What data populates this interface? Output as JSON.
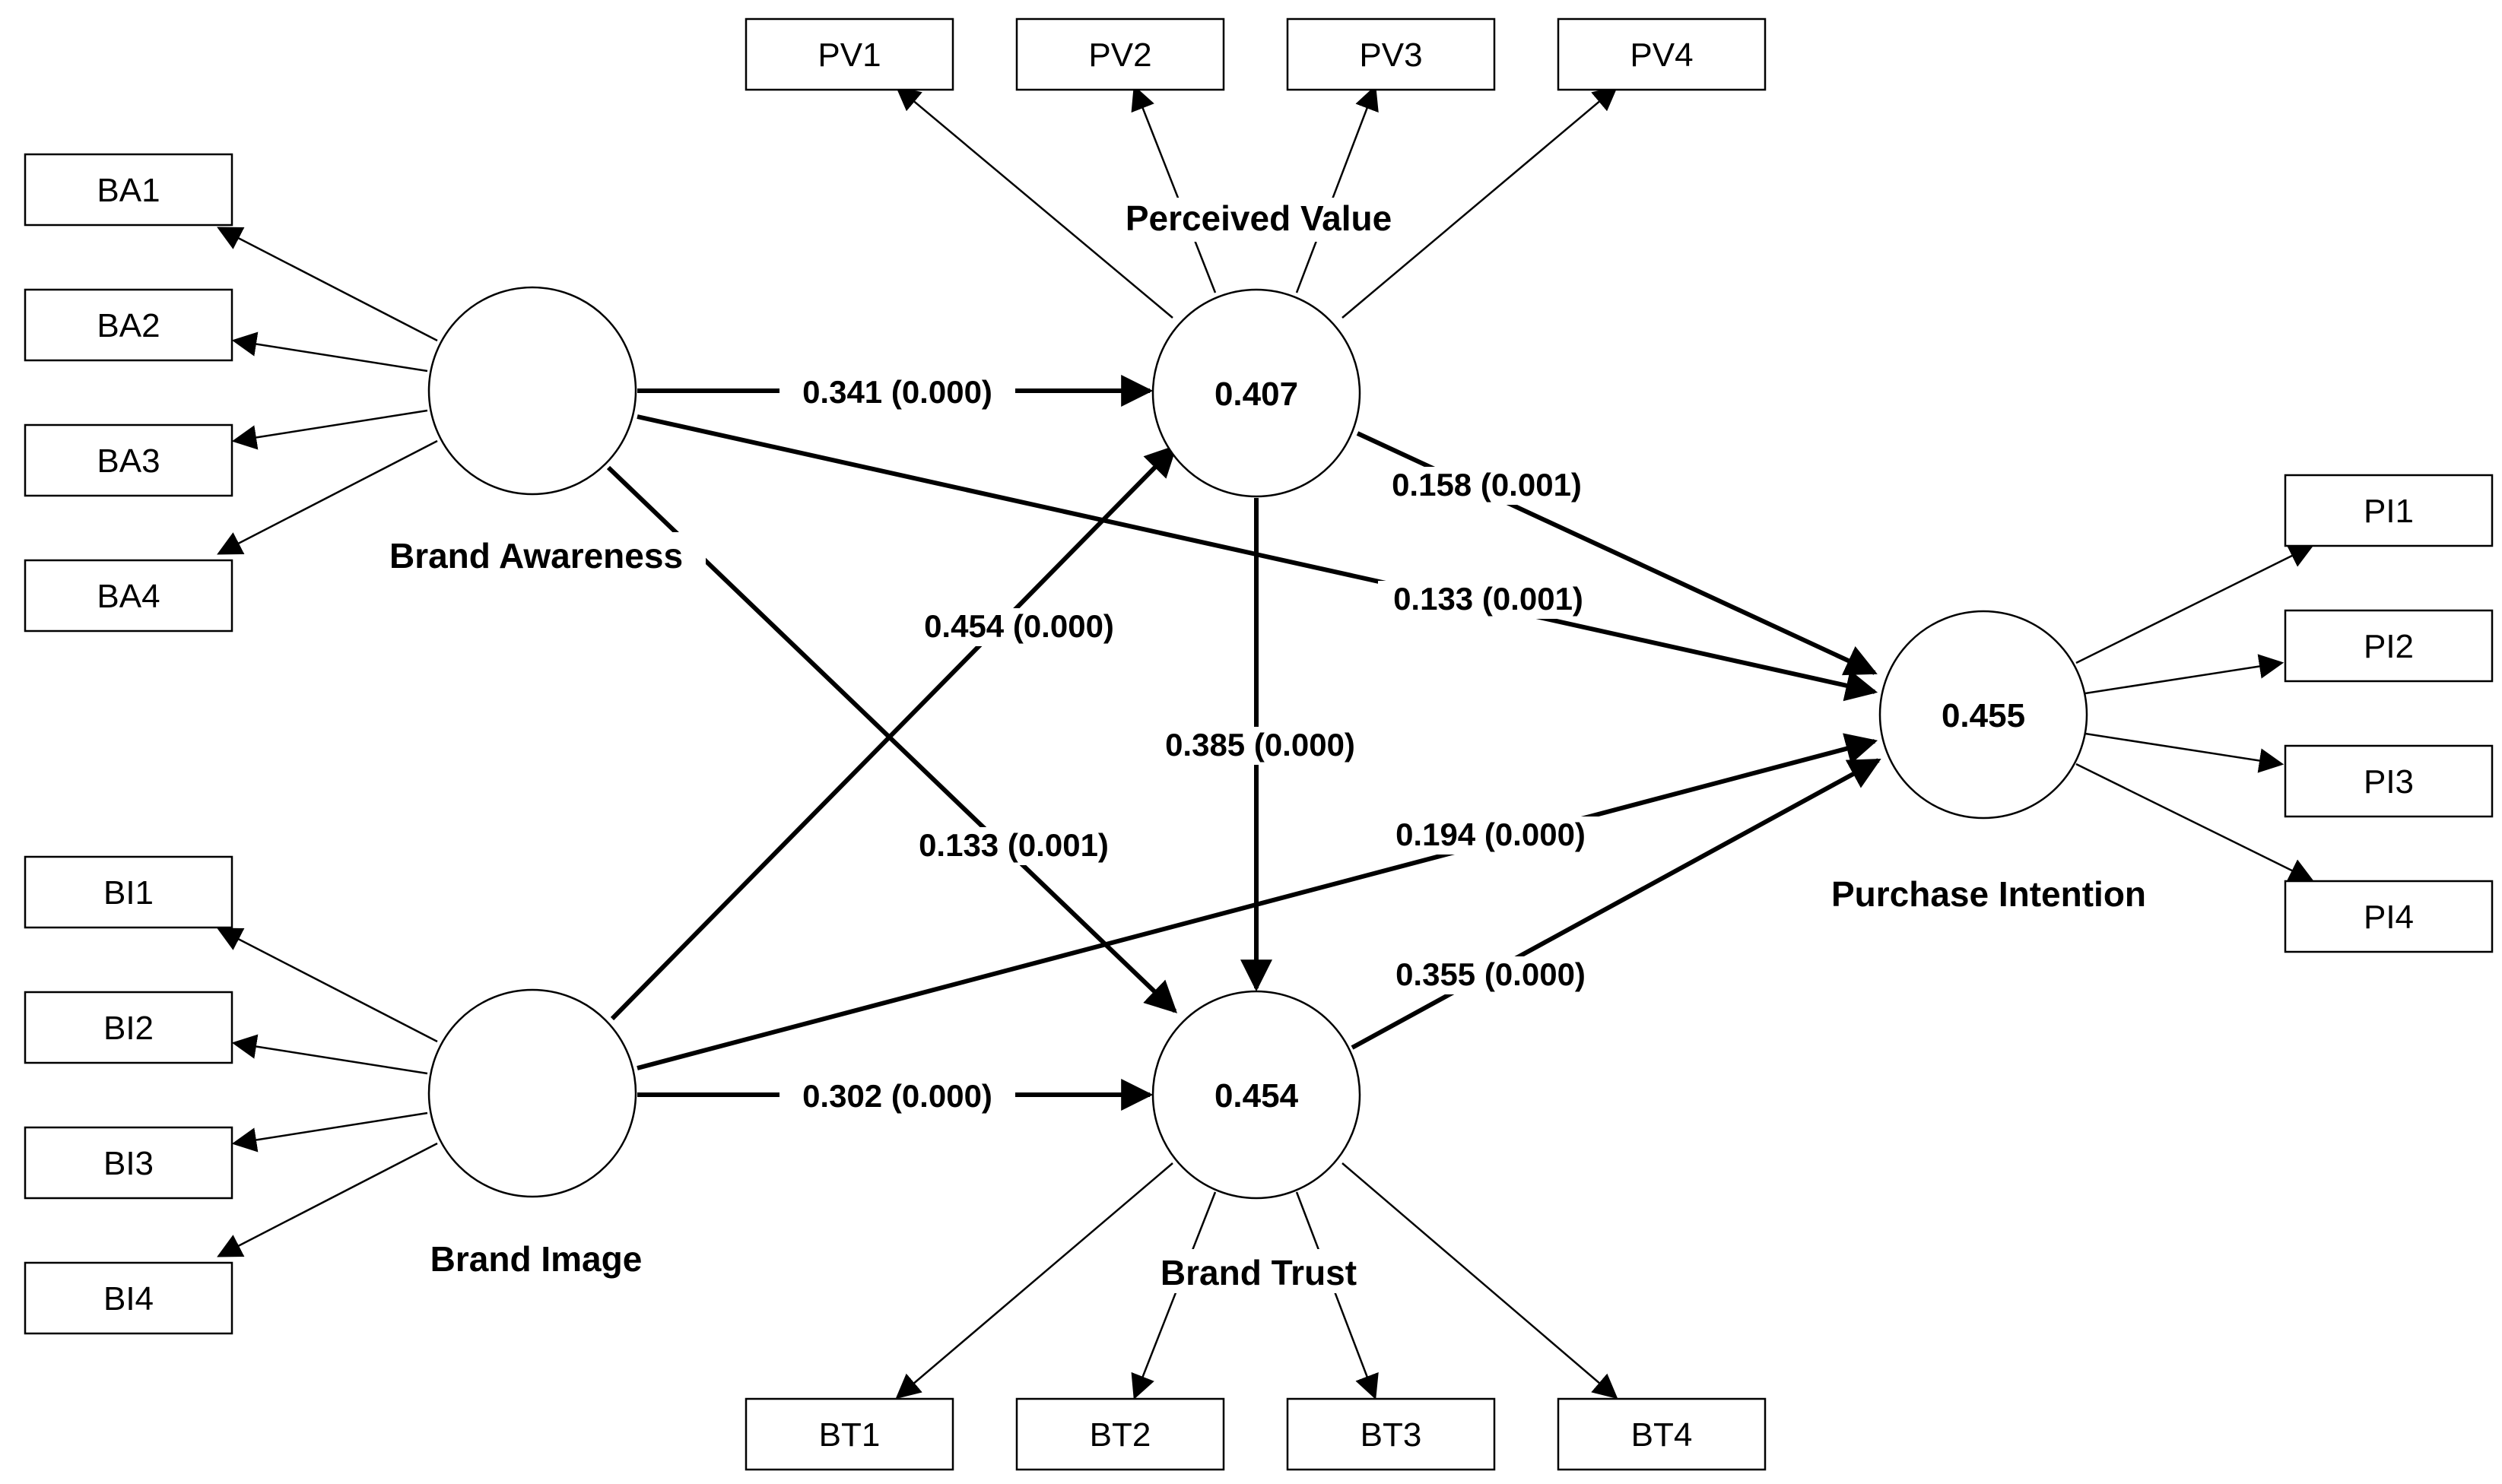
{
  "constructs": {
    "ba": {
      "label": "Brand Awareness",
      "r2": ""
    },
    "bi": {
      "label": "Brand Image",
      "r2": ""
    },
    "pv": {
      "label": "Perceived Value",
      "r2": "0.407"
    },
    "bt": {
      "label": "Brand Trust",
      "r2": "0.454"
    },
    "pi": {
      "label": "Purchase Intention",
      "r2": "0.455"
    }
  },
  "indicators": {
    "ba": [
      "BA1",
      "BA2",
      "BA3",
      "BA4"
    ],
    "bi": [
      "BI1",
      "BI2",
      "BI3",
      "BI4"
    ],
    "pv": [
      "PV1",
      "PV2",
      "PV3",
      "PV4"
    ],
    "bt": [
      "BT1",
      "BT2",
      "BT3",
      "BT4"
    ],
    "pi": [
      "PI1",
      "PI2",
      "PI3",
      "PI4"
    ]
  },
  "paths": {
    "ba_pv": "0.341 (0.000)",
    "ba_bt": "0.133 (0.001)",
    "ba_pi": "0.133 (0.001)",
    "bi_pv": "0.454 (0.000)",
    "bi_bt": "0.302 (0.000)",
    "bi_pi": "0.194 (0.000)",
    "pv_bt": "0.385 (0.000)",
    "pv_pi": "0.158 (0.001)",
    "bt_pi": "0.355 (0.000)"
  }
}
